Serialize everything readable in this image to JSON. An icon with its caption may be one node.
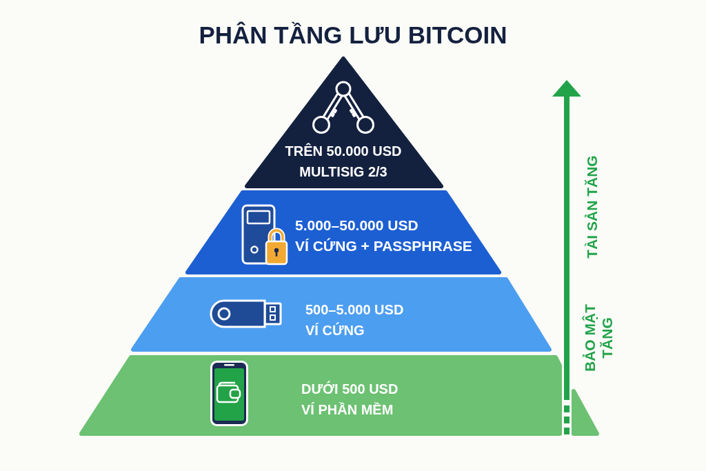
{
  "diagram": {
    "title": "PHÂN TẦNG LƯU BITCOIN",
    "nodes": [
      {
        "text": [
          "TRÊN 50.000 USD",
          "MULTISIG 2/3"
        ]
      },
      {
        "text": [
          "5.000–50.000 USD",
          "VÍ CỨNG + PASSPHRASE"
        ]
      },
      {
        "text": [
          "500–5.000 USD",
          "VÍ CỨNG"
        ]
      },
      {
        "text": [
          "DƯỚI 500 USD",
          "VÍ PHẦN MỀM"
        ]
      }
    ],
    "labels": [
      "TÀI SẢN TĂNG",
      "BẢO MẬT TĂNG"
    ]
  }
}
